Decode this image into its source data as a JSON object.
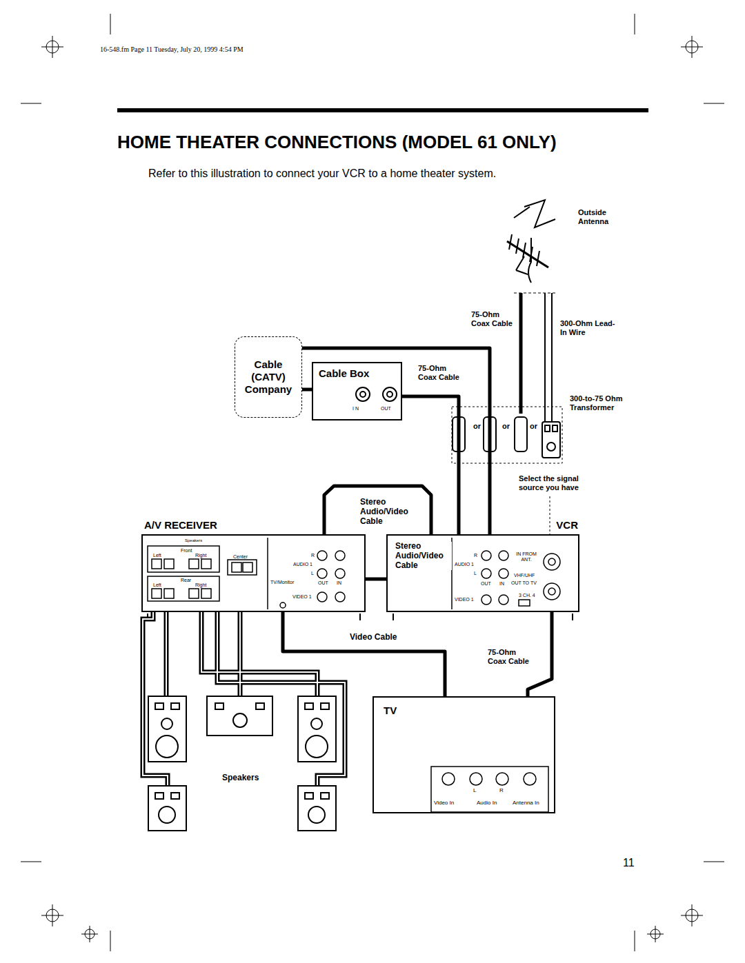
{
  "diagram": {
    "title": "HOME THEATER CONNECTIONS (MODEL 61 ONLY)",
    "caption": "Refer to this illustration to connect your VCR to a home theater system.",
    "nodes": [
      {
        "text": [
          "Cable (CATV) Company"
        ]
      },
      {
        "text": [
          "Cable Box"
        ]
      },
      {
        "text": [
          "A/V RECEIVER"
        ]
      },
      {
        "text": [
          "VCR"
        ]
      },
      {
        "text": [
          "TV"
        ]
      }
    ],
    "edges": [
      {
        "from": 0,
        "to": 1,
        "arrow": "none"
      },
      {
        "from": 1,
        "to": 3,
        "label": "75-Ohm Coax Cable",
        "arrow": "none"
      },
      {
        "from": 0,
        "to": 3,
        "arrow": "none"
      },
      {
        "from": 2,
        "to": 3,
        "label": "Stereo Audio/Video Cable",
        "arrow": "none"
      },
      {
        "from": 2,
        "to": 3,
        "label": "Stereo Audio/Video Cable",
        "arrow": "none"
      },
      {
        "from": 2,
        "to": 4,
        "label": "Video Cable",
        "arrow": "none"
      },
      {
        "from": 3,
        "to": 4,
        "label": "75-Ohm Coax Cable",
        "arrow": "none"
      }
    ],
    "labels": [
      "16-548.fm Page 11 Tuesday, July 20, 1999 4:54 PM",
      "Outside Antenna",
      "75-Ohm Coax Cable",
      "300-Ohm Lead-In Wire",
      "300-to-75 Ohm Transformer",
      "I N",
      "OUT",
      "or",
      "or",
      "or",
      "Select the signal source you have",
      "Speakers",
      "Front",
      "Left",
      "Right",
      "Center",
      "Rear",
      "Left",
      "Right",
      "R",
      "AUDIO 1",
      "L",
      "TV/Monitor",
      "OUT",
      "IN",
      "VIDEO 1",
      "R",
      "AUDIO 1",
      "L",
      "OUT",
      "IN",
      "VIDEO 1",
      "IN FROM ANT.",
      "VHF/UHF",
      "OUT TO TV",
      "3 CH. 4",
      "L",
      "R",
      "Video In",
      "Audio In",
      "Antenna In",
      "Speakers",
      "11"
    ]
  }
}
